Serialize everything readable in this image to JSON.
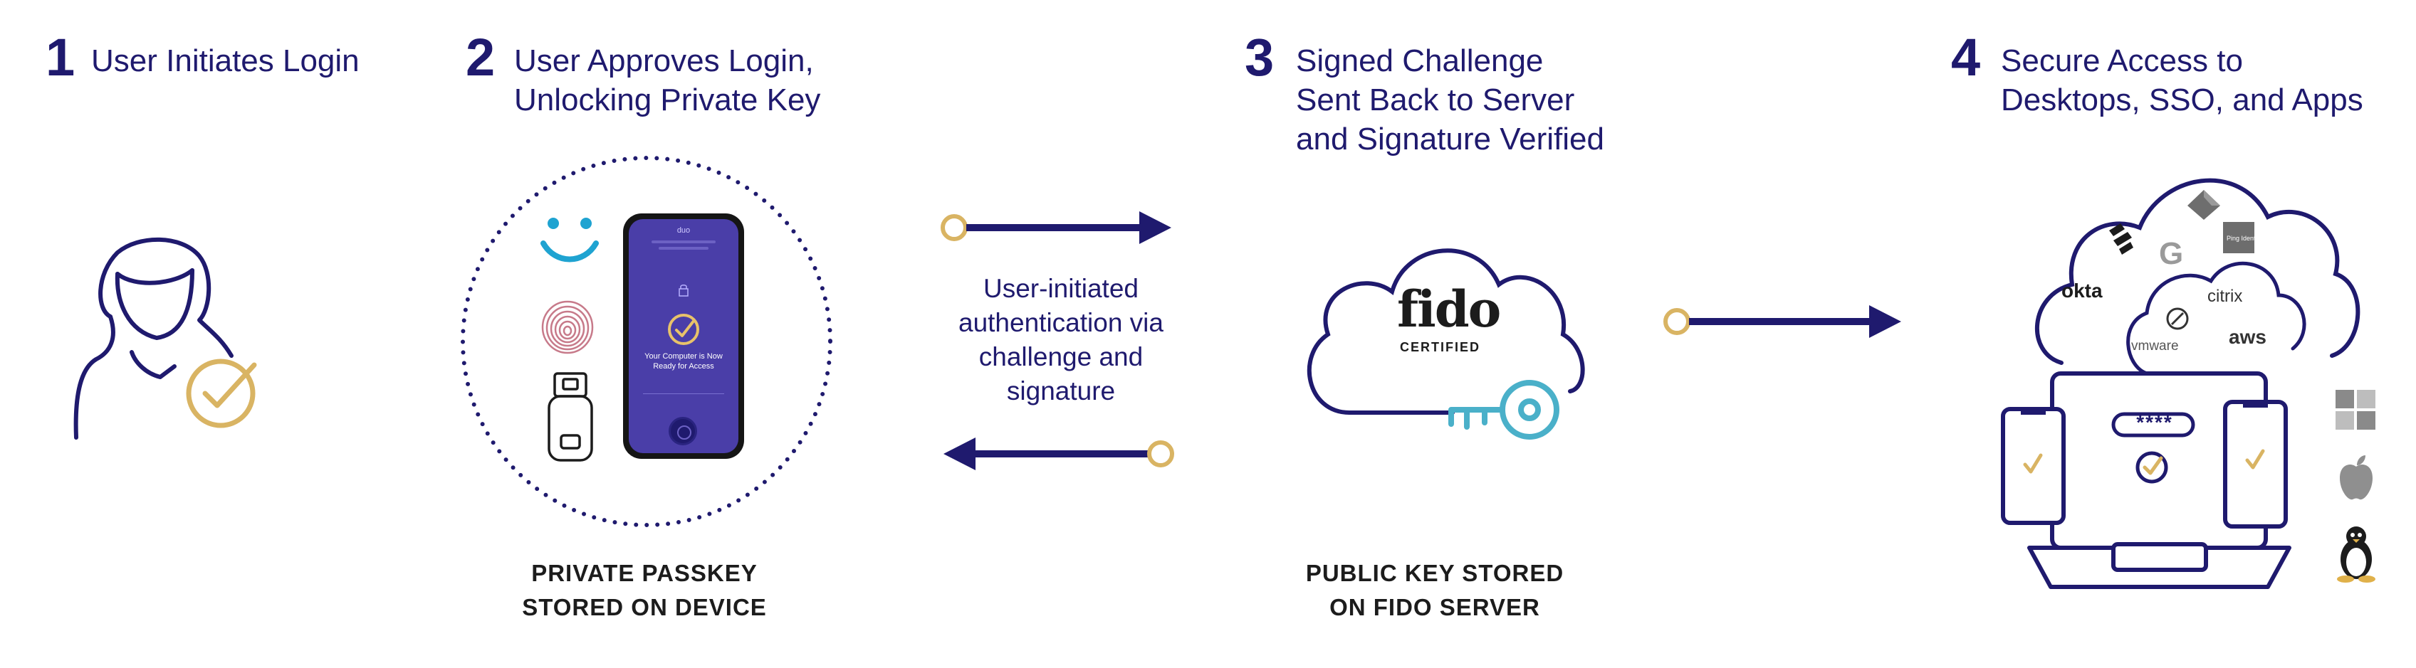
{
  "colors": {
    "navy": "#1f1a6e",
    "gold": "#d9b463",
    "cyan": "#4ab0c9",
    "dark": "#1c1c1c",
    "phone_screen": "#4a3ea8"
  },
  "steps": [
    {
      "number": "1",
      "title": "User Initiates Login"
    },
    {
      "number": "2",
      "title": "User Approves Login,\nUnlocking Private Key"
    },
    {
      "number": "3",
      "title": "Signed Challenge\nSent Back to Server\nand Signature Verified"
    },
    {
      "number": "4",
      "title": "Secure Access to\nDesktops, SSO, and Apps"
    }
  ],
  "captions": {
    "device": "PRIVATE PASSKEY\nSTORED ON DEVICE",
    "server": "PUBLIC KEY STORED\nON FIDO SERVER"
  },
  "exchange_text": "User-initiated\nauthentication via\nchallenge and\nsignature",
  "phone": {
    "app_name": "duo",
    "screen_message": "Your Computer is Now\nReady for Access"
  },
  "fido": {
    "logo": "fido",
    "certified": "CERTIFIED"
  },
  "cloud_logos": {
    "okta": "okta",
    "google": "G",
    "citrix": "citrix",
    "aws": "aws",
    "vmware": "vmware",
    "ping": "Ping Identity"
  },
  "password_mask": "****",
  "icons": [
    "user-icon",
    "face-id-icon",
    "fingerprint-icon",
    "security-key-icon",
    "key-icon",
    "windows-icon",
    "apple-icon",
    "linux-icon"
  ]
}
